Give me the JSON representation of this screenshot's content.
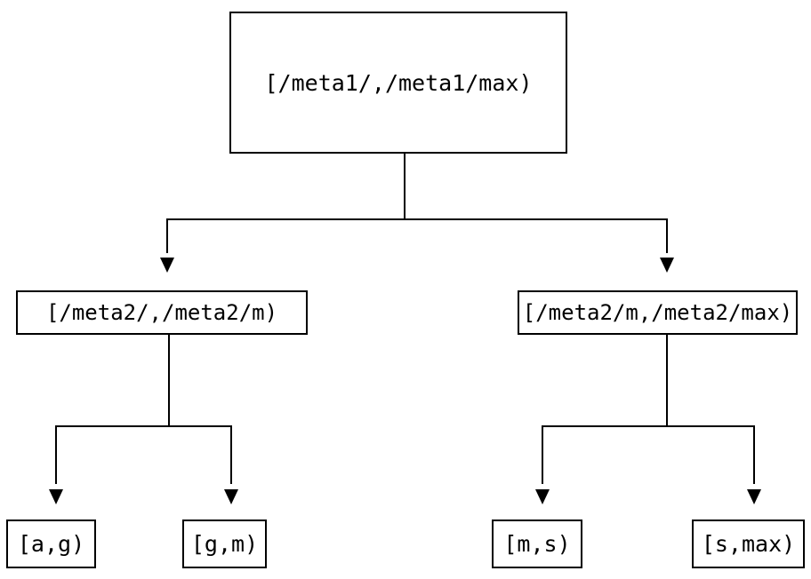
{
  "diagram": {
    "type": "binary-range-partition-tree",
    "colors": {
      "background": "#ffffff",
      "line": "#000000",
      "box_border": "#000000",
      "text": "#000000"
    },
    "root": {
      "label": "[/meta1/,/meta1/max)",
      "children": [
        {
          "label": "[/meta2/,/meta2/m)",
          "children": [
            {
              "label": "[a,g)"
            },
            {
              "label": "[g,m)"
            }
          ]
        },
        {
          "label": "[/meta2/m,/meta2/max)",
          "children": [
            {
              "label": "[m,s)"
            },
            {
              "label": "[s,max)"
            }
          ]
        }
      ]
    }
  }
}
